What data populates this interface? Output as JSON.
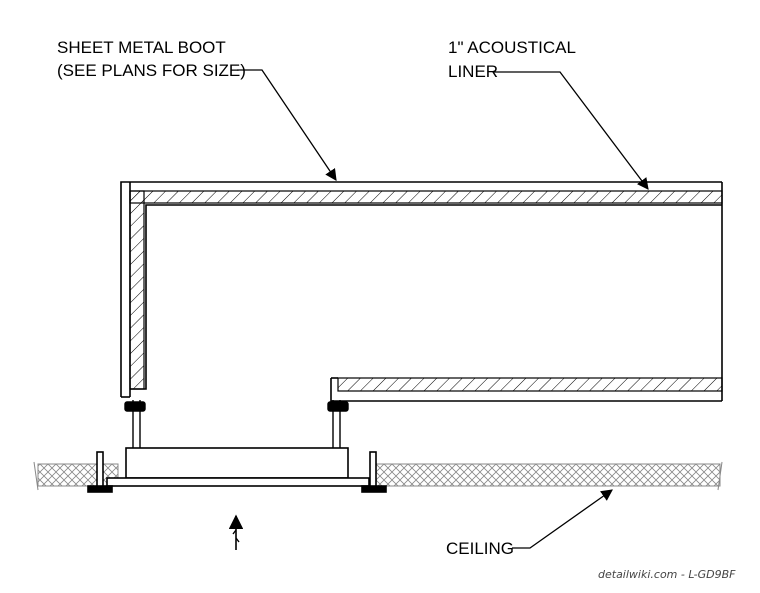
{
  "labels": {
    "boot_line1": "SHEET METAL BOOT",
    "boot_line2": "(SEE PLANS FOR SIZE)",
    "liner_line1": "1\" ACOUSTICAL",
    "liner_line2": "LINER",
    "ceiling": "CEILING"
  },
  "credit": "detailwiki.com - L-GD9BF"
}
